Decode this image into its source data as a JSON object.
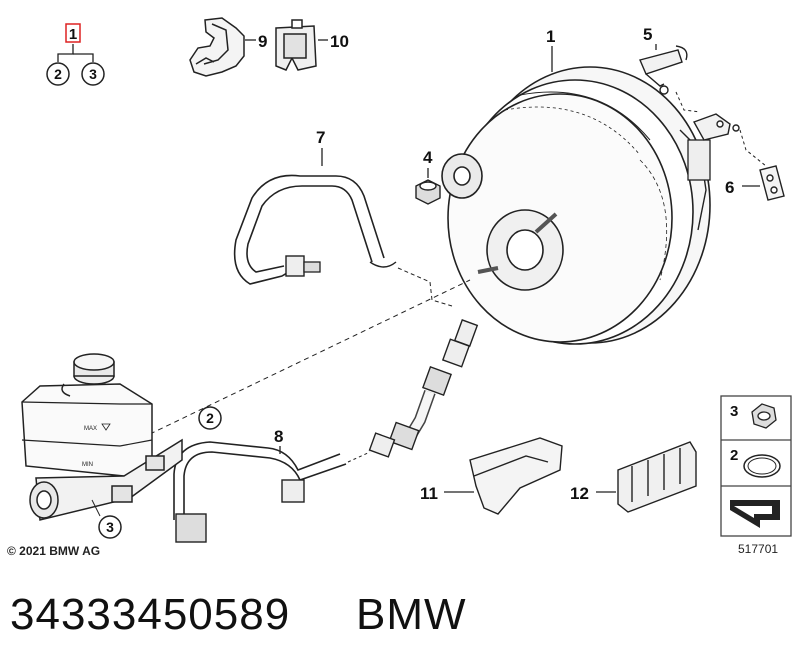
{
  "group_label": "1",
  "group_items": [
    "2",
    "3"
  ],
  "callouts": {
    "p1": "1",
    "p2": "2",
    "p2b": "2",
    "p3": "3",
    "p4": "4",
    "p5": "5",
    "p6": "6",
    "p7": "7",
    "p8": "8",
    "p9": "9",
    "p10": "10",
    "p11": "11",
    "p12": "12"
  },
  "legend": {
    "item3": "3",
    "item2": "2"
  },
  "copyright": "© 2021 BMW AG",
  "diagram_number": "517701",
  "reservoir_max": "MAX",
  "reservoir_min": "MIN",
  "part_number": "34333450589",
  "brand": "BMW"
}
